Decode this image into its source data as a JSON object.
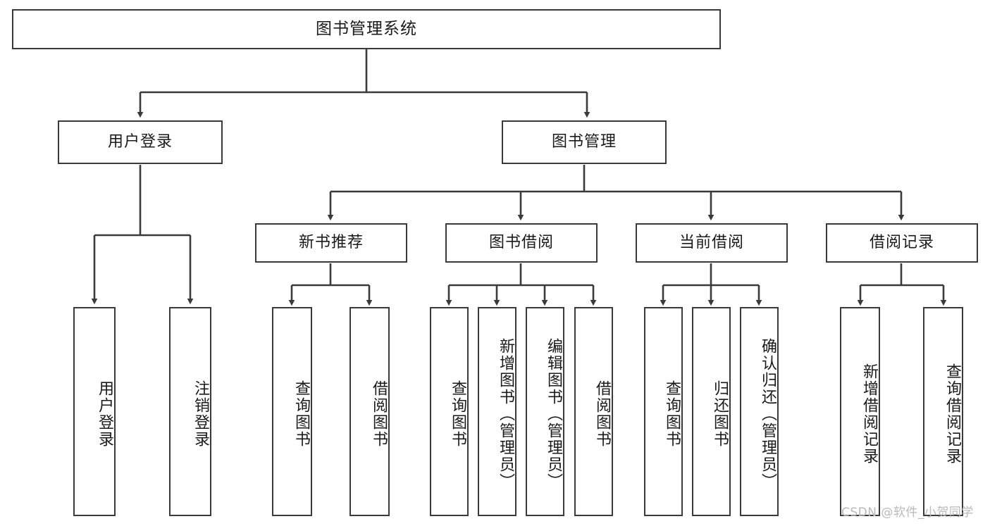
{
  "diagram": {
    "title": "图书管理系统",
    "type": "tree",
    "orientation": "top-down",
    "edge_color": "#3a3a3a",
    "node_border_color": "#3a3a3a",
    "node_fill_color": "#ffffff",
    "text_color": "#1a1a1a"
  },
  "nodes": {
    "root": {
      "label": "图书管理系统",
      "level": 1
    },
    "l2": [
      {
        "id": "user-login",
        "label": "用户登录",
        "level": 2
      },
      {
        "id": "book-manage",
        "label": "图书管理",
        "level": 2
      }
    ],
    "l3": [
      {
        "id": "new-book-recommend",
        "label": "新书推荐",
        "level": 3,
        "parent": "book-manage"
      },
      {
        "id": "book-borrow",
        "label": "图书借阅",
        "level": 3,
        "parent": "book-manage"
      },
      {
        "id": "current-borrow",
        "label": "当前借阅",
        "level": 3,
        "parent": "book-manage"
      },
      {
        "id": "borrow-record",
        "label": "借阅记录",
        "level": 3,
        "parent": "book-manage"
      }
    ],
    "leaves": [
      {
        "id": "leaf-user-login",
        "label": "用户登录",
        "parent": "user-login"
      },
      {
        "id": "leaf-logout",
        "label": "注销登录",
        "parent": "user-login"
      },
      {
        "id": "leaf-query-book-1",
        "label": "查询图书",
        "parent": "new-book-recommend"
      },
      {
        "id": "leaf-borrow-book-1",
        "label": "借阅图书",
        "parent": "new-book-recommend"
      },
      {
        "id": "leaf-query-book-2",
        "label": "查询图书",
        "parent": "book-borrow"
      },
      {
        "id": "leaf-add-book",
        "label": "新增图书（管理员）",
        "parent": "book-borrow"
      },
      {
        "id": "leaf-edit-book",
        "label": "编辑图书（管理员）",
        "parent": "book-borrow"
      },
      {
        "id": "leaf-borrow-book-2",
        "label": "借阅图书",
        "parent": "book-borrow"
      },
      {
        "id": "leaf-query-book-3",
        "label": "查询图书",
        "parent": "current-borrow"
      },
      {
        "id": "leaf-return-book",
        "label": "归还图书",
        "parent": "current-borrow"
      },
      {
        "id": "leaf-confirm-return",
        "label": "确认归还（管理员）",
        "parent": "current-borrow"
      },
      {
        "id": "leaf-add-record",
        "label": "新增借阅记录",
        "parent": "borrow-record"
      },
      {
        "id": "leaf-query-record",
        "label": "查询借阅记录",
        "parent": "borrow-record"
      }
    ]
  },
  "watermark": {
    "text": "CSDN @软件_小贺同学"
  }
}
